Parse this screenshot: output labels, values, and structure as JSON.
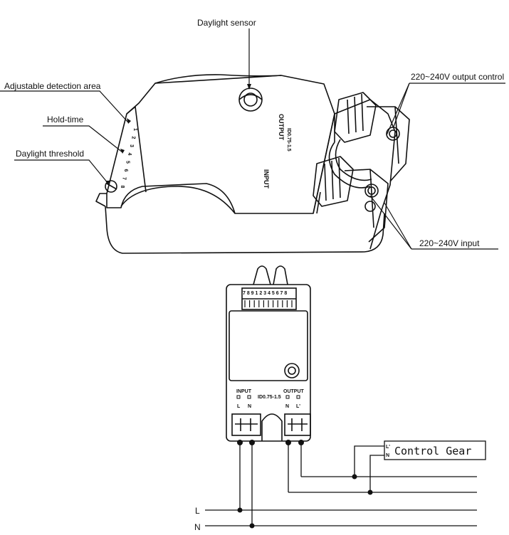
{
  "callouts": {
    "daylight_sensor": "Daylight sensor",
    "detection_area": "Adjustable detection area",
    "hold_time": "Hold-time",
    "daylight_threshold": "Daylight  threshold",
    "output_control": "220~240V output control",
    "input": "220~240V input"
  },
  "device": {
    "model": "ID0.75-1.5",
    "input_label": "INPUT",
    "output_label": "OUTPUT",
    "dip_numbers_3d": [
      "1",
      "2",
      "3",
      "4",
      "5",
      "6",
      "7",
      "8"
    ],
    "dip_numbers_top": "7 8 9 1 2 3 4 5 6 7 8",
    "input_terminals": [
      "L",
      "N"
    ],
    "output_terminals": [
      "N",
      "L'"
    ]
  },
  "wiring": {
    "control_gear": "Control Gear",
    "gear_terminals": [
      "L'",
      "N"
    ],
    "line_L": "L",
    "line_N": "N"
  }
}
